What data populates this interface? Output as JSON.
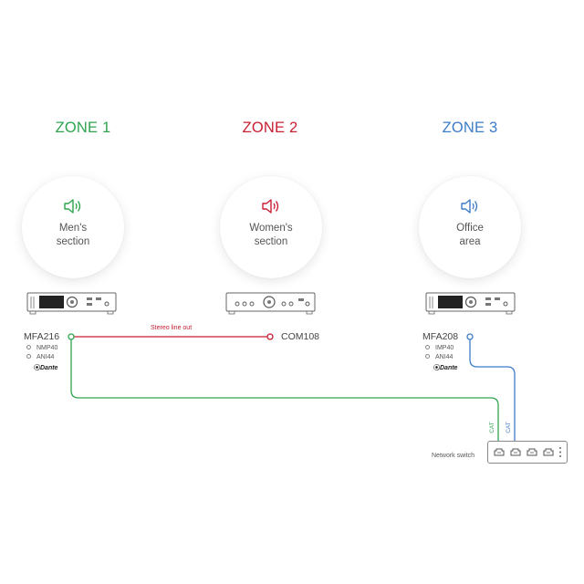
{
  "zones": [
    {
      "title": "ZONE 1",
      "color": "#2ea44f",
      "label_line1": "Men's",
      "label_line2": "section",
      "icon": "speaker-icon"
    },
    {
      "title": "ZONE 2",
      "color": "#c81e32",
      "label_line1": "Women's",
      "label_line2": "section",
      "icon": "speaker-icon"
    },
    {
      "title": "ZONE 3",
      "color": "#3d7cc9",
      "label_line1": "Office",
      "label_line2": "area",
      "icon": "speaker-icon"
    }
  ],
  "devices": {
    "mfa216": {
      "name": "MFA216",
      "modules": [
        "NMP40",
        "ANI44"
      ],
      "badge": "Dante"
    },
    "com108": {
      "name": "COM108"
    },
    "mfa208": {
      "name": "MFA208",
      "modules": [
        "IMP40",
        "ANI44"
      ],
      "badge": "Dante"
    }
  },
  "connections": {
    "stereo_label": "Stereo line out",
    "cat_label": "CAT"
  },
  "network_switch": {
    "label": "Network switch"
  },
  "colors": {
    "line_red": "#c81e32",
    "line_green": "#2ea44f",
    "line_blue": "#3d7cc9",
    "device_gray": "#777777"
  }
}
